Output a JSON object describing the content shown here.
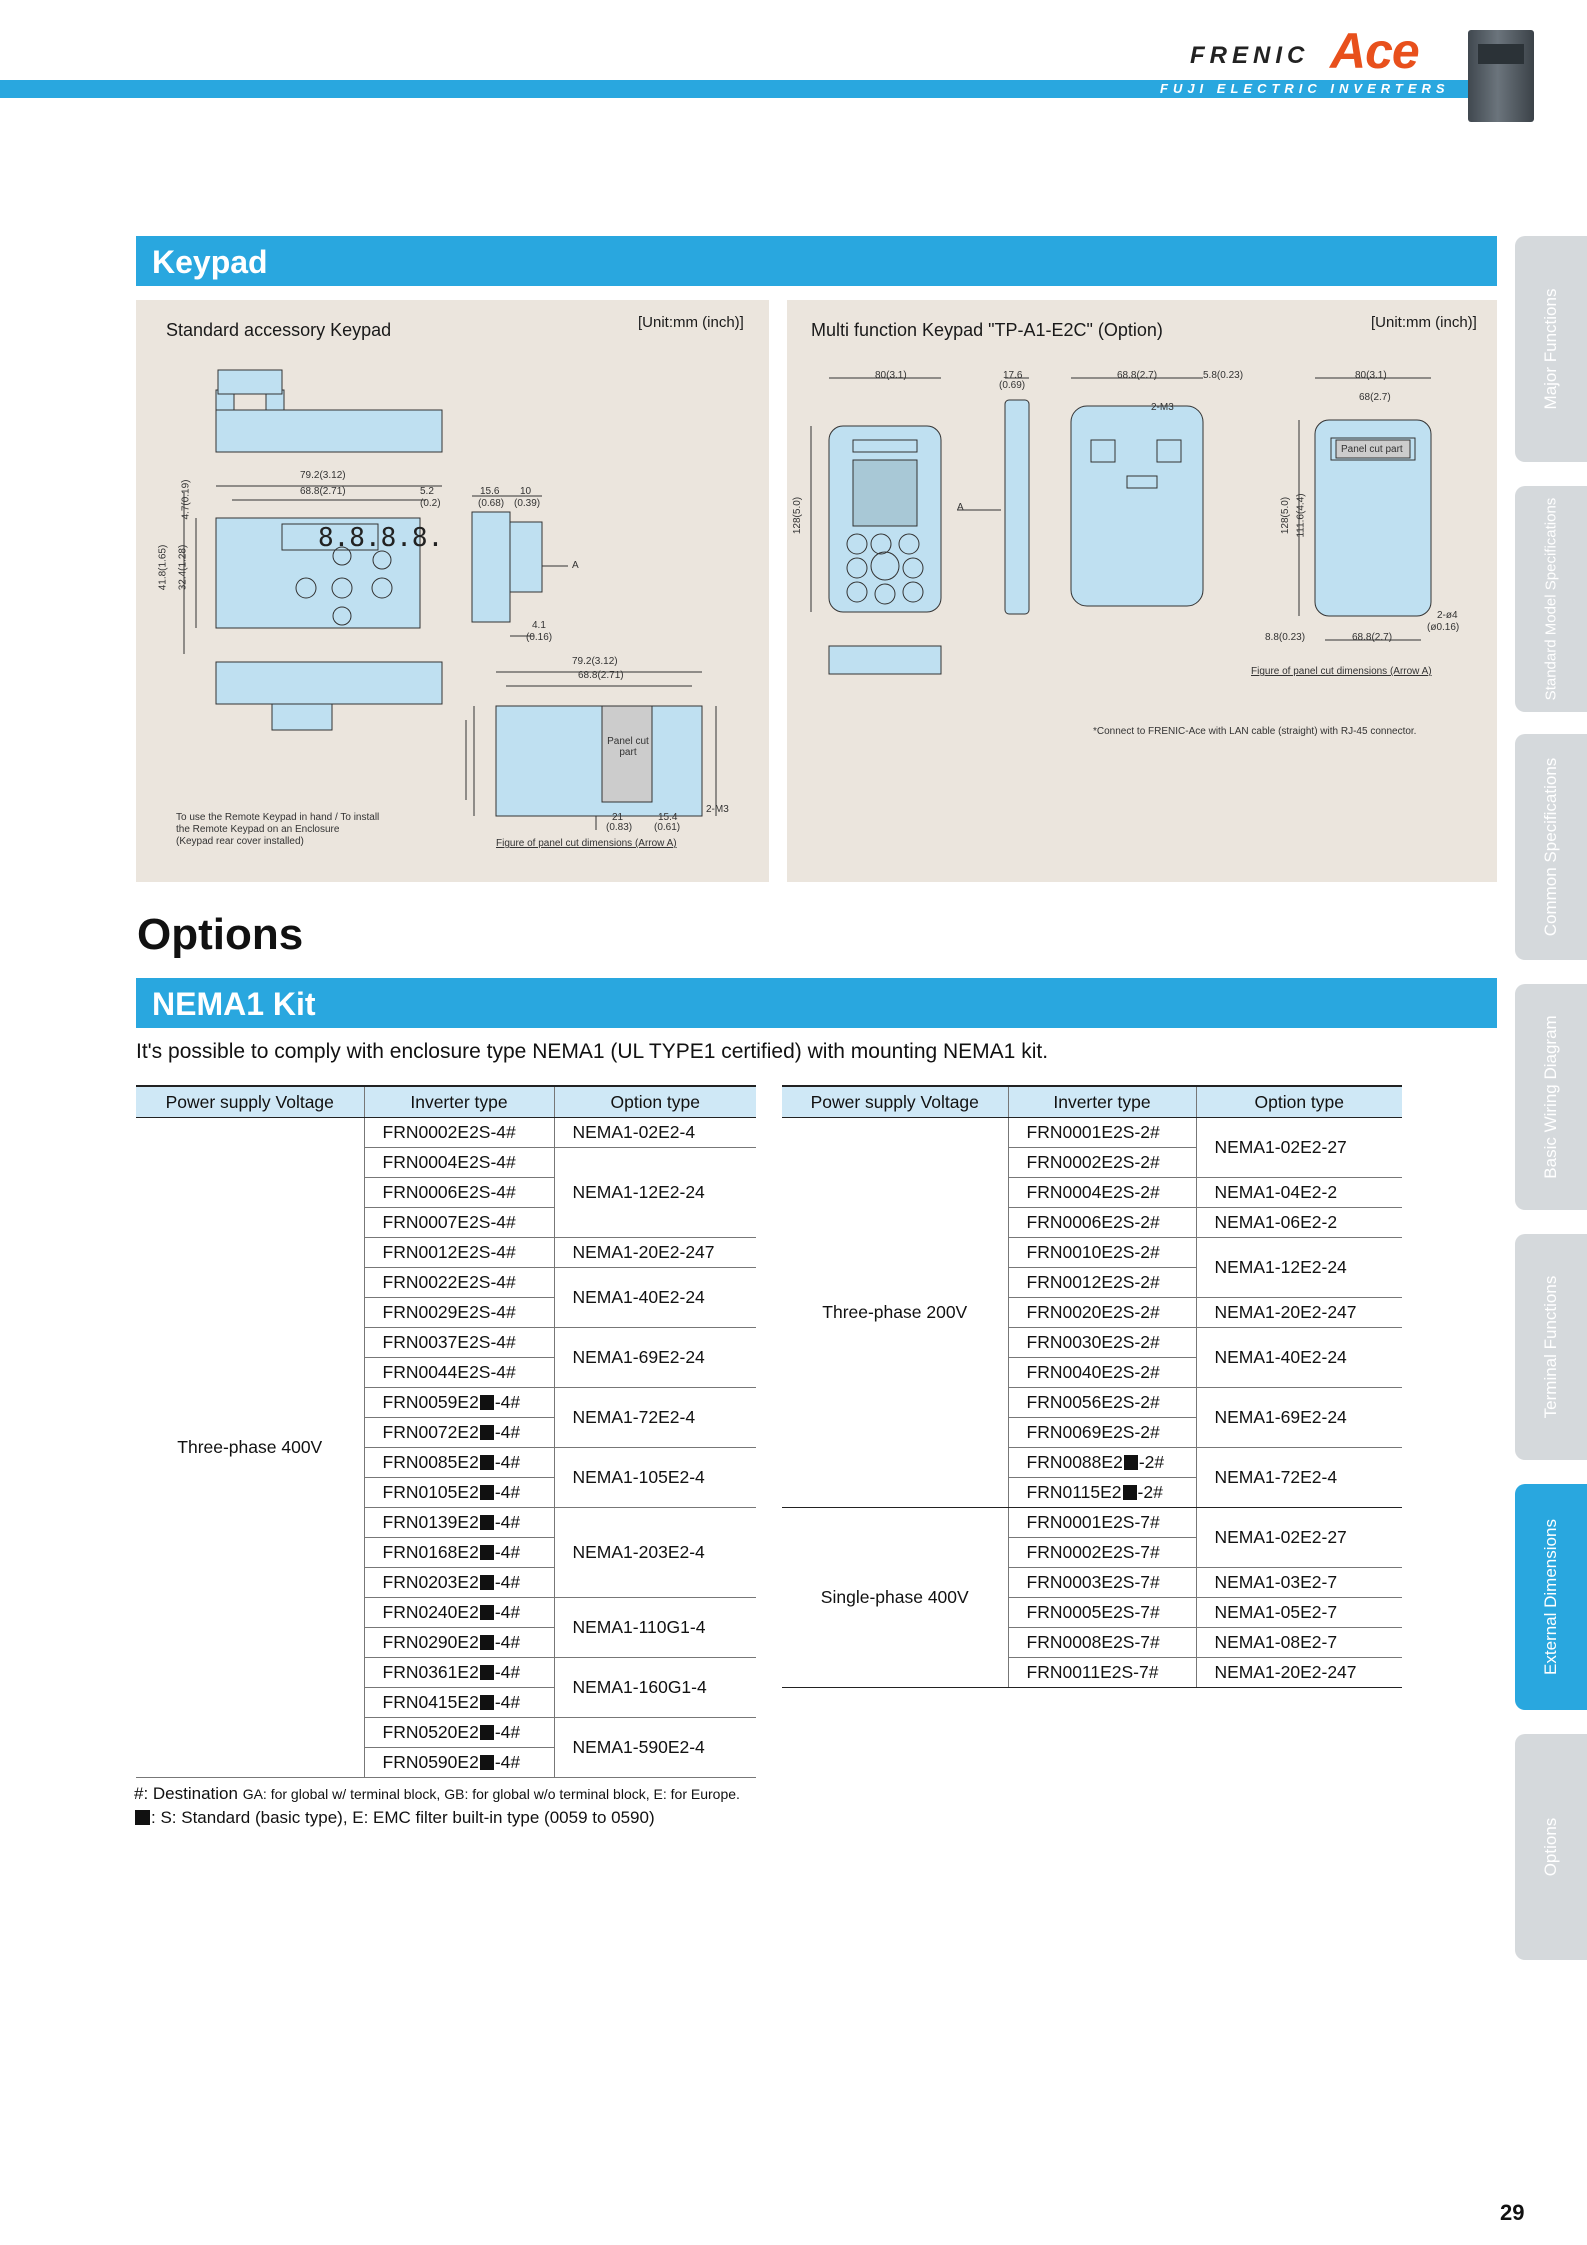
{
  "header": {
    "brand": "FRENIC",
    "brand_accent": "Ace",
    "subtitle": "FUJI ELECTRIC INVERTERS",
    "accent_color": "#29a7df"
  },
  "side_tabs": [
    {
      "label": "Major Functions",
      "active": false
    },
    {
      "label": "Standard Model Specifications",
      "active": false
    },
    {
      "label": "Common Specifications",
      "active": false
    },
    {
      "label": "Basic Wiring Diagram",
      "active": false
    },
    {
      "label": "Terminal Functions",
      "active": false
    },
    {
      "label": "External Dimensions",
      "active": true
    },
    {
      "label": "Options",
      "active": false
    }
  ],
  "keypad": {
    "title": "Keypad",
    "left_panel": {
      "title": "Standard accessory Keypad",
      "unit": "[Unit:mm (inch)]",
      "note": [
        "To use the Remote Keypad in hand / To install",
        "the Remote Keypad on an Enclosure",
        "(Keypad rear cover installed)"
      ],
      "fig_caption": "Figure of panel cut dimensions (Arrow A)",
      "panel_cut_label": "Panel cut part",
      "dims": {
        "d1": "79.2(3.12)",
        "d2": "68.8(2.71)",
        "d3": "5.2",
        "d4": "(0.2)",
        "d5": "15.6",
        "d6": "(0.68)",
        "d7": "10",
        "d8": "(0.39)",
        "d9": "4.1",
        "d10": "(0.16)",
        "d11": "41.8(1.65)",
        "d12": "32.4(1.28)",
        "d13": "4.7(0.19)",
        "d14": "2-M3",
        "d15": "21",
        "d16": "(0.83)",
        "d17": "15.4",
        "d18": "(0.61)",
        "arrow": "A"
      }
    },
    "right_panel": {
      "title": "Multi function Keypad \"TP-A1-E2C\" (Option)",
      "unit": "[Unit:mm (inch)]",
      "connect_note": "*Connect to FRENIC-Ace with LAN cable (straight) with RJ-45 connector.",
      "fig_caption": "Figure of panel cut dimensions (Arrow A)",
      "panel_cut_label": "Panel cut part",
      "dims": {
        "d1": "80(3.1)",
        "d2": "17.6",
        "d3": "(0.69)",
        "d4": "68.8(2.7)",
        "d5": "5.8(0.23)",
        "d6": "80(3.1)",
        "d7": "68(2.7)",
        "d8": "2-M3",
        "d9": "128(5.0)",
        "d10": "111.6(4.4)",
        "d11": "8.8(0.23)",
        "d12": "68.8(2.7)",
        "d13": "2-ø4",
        "d14": "(ø0.16)",
        "arrow": "A"
      }
    }
  },
  "options": {
    "title": "Options",
    "nema_title": "NEMA1 Kit",
    "intro": "It's possible to comply with enclosure type NEMA1 (UL TYPE1 certified) with mounting NEMA1 kit.",
    "headers": [
      "Power supply Voltage",
      "Inverter type",
      "Option type"
    ],
    "left_voltage": "Three-phase 400V",
    "left_rows": [
      {
        "inv": "FRN0002E2S-4#",
        "opt": "NEMA1-02E2-4"
      },
      {
        "inv": "FRN0004E2S-4#",
        "opt": "NEMA1-12E2-24"
      },
      {
        "inv": "FRN0006E2S-4#"
      },
      {
        "inv": "FRN0007E2S-4#"
      },
      {
        "inv": "FRN0012E2S-4#",
        "opt": "NEMA1-20E2-247"
      },
      {
        "inv": "FRN0022E2S-4#",
        "opt": "NEMA1-40E2-24"
      },
      {
        "inv": "FRN0029E2S-4#"
      },
      {
        "inv": "FRN0037E2S-4#",
        "opt": "NEMA1-69E2-24"
      },
      {
        "inv": "FRN0044E2S-4#"
      },
      {
        "inv_a": "FRN0059E2",
        "inv_b": "-4#",
        "opt": "NEMA1-72E2-4"
      },
      {
        "inv_a": "FRN0072E2",
        "inv_b": "-4#"
      },
      {
        "inv_a": "FRN0085E2",
        "inv_b": "-4#",
        "opt": "NEMA1-105E2-4"
      },
      {
        "inv_a": "FRN0105E2",
        "inv_b": "-4#"
      },
      {
        "inv_a": "FRN0139E2",
        "inv_b": "-4#",
        "opt": "NEMA1-203E2-4"
      },
      {
        "inv_a": "FRN0168E2",
        "inv_b": "-4#"
      },
      {
        "inv_a": "FRN0203E2",
        "inv_b": "-4#"
      },
      {
        "inv_a": "FRN0240E2",
        "inv_b": "-4#",
        "opt": "NEMA1-110G1-4"
      },
      {
        "inv_a": "FRN0290E2",
        "inv_b": "-4#"
      },
      {
        "inv_a": "FRN0361E2",
        "inv_b": "-4#",
        "opt": "NEMA1-160G1-4"
      },
      {
        "inv_a": "FRN0415E2",
        "inv_b": "-4#"
      },
      {
        "inv_a": "FRN0520E2",
        "inv_b": "-4#",
        "opt": "NEMA1-590E2-4"
      },
      {
        "inv_a": "FRN0590E2",
        "inv_b": "-4#"
      }
    ],
    "right_voltage_1": "Three-phase 200V",
    "right_voltage_2": "Single-phase 400V",
    "right_rows": [
      {
        "inv": "FRN0001E2S-2#",
        "opt": "NEMA1-02E2-27"
      },
      {
        "inv": "FRN0002E2S-2#"
      },
      {
        "inv": "FRN0004E2S-2#",
        "opt": "NEMA1-04E2-2"
      },
      {
        "inv": "FRN0006E2S-2#",
        "opt": "NEMA1-06E2-2"
      },
      {
        "inv": "FRN0010E2S-2#",
        "opt": "NEMA1-12E2-24"
      },
      {
        "inv": "FRN0012E2S-2#"
      },
      {
        "inv": "FRN0020E2S-2#",
        "opt": "NEMA1-20E2-247"
      },
      {
        "inv": "FRN0030E2S-2#",
        "opt": "NEMA1-40E2-24"
      },
      {
        "inv": "FRN0040E2S-2#"
      },
      {
        "inv": "FRN0056E2S-2#",
        "opt": "NEMA1-69E2-24"
      },
      {
        "inv": "FRN0069E2S-2#"
      },
      {
        "inv_a": "FRN0088E2",
        "inv_b": "-2#",
        "opt": "NEMA1-72E2-4"
      },
      {
        "inv_a": "FRN0115E2",
        "inv_b": "-2#"
      },
      {
        "inv": "FRN0001E2S-7#",
        "opt": "NEMA1-02E2-27"
      },
      {
        "inv": "FRN0002E2S-7#"
      },
      {
        "inv": "FRN0003E2S-7#",
        "opt": "NEMA1-03E2-7"
      },
      {
        "inv": "FRN0005E2S-7#",
        "opt": "NEMA1-05E2-7"
      },
      {
        "inv": "FRN0008E2S-7#",
        "opt": "NEMA1-08E2-7"
      },
      {
        "inv": "FRN0011E2S-7#",
        "opt": "NEMA1-20E2-247"
      }
    ],
    "footnote1_lead": "#: Destination ",
    "footnote1_rest": "GA: for global w/ terminal block, GB: for global w/o terminal block, E: for Europe.",
    "footnote2": ": S: Standard (basic type), E: EMC filter built-in type (0059 to 0590)"
  },
  "page_number": "29"
}
